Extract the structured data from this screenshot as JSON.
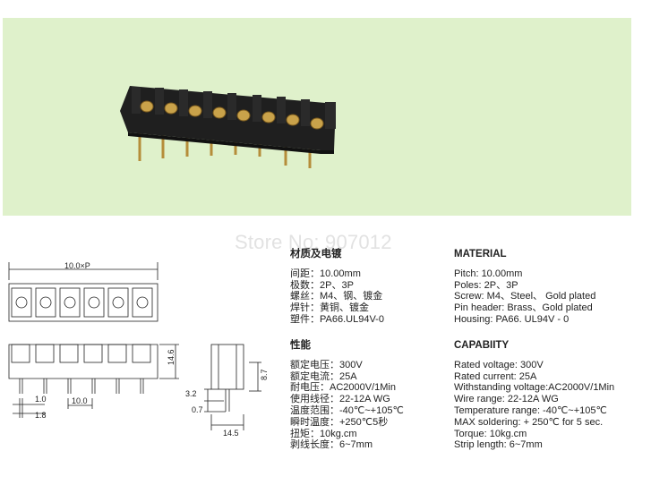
{
  "watermark": "Store No: 907012",
  "drawing": {
    "width_label": "10.0×P",
    "height_label": "14.6",
    "dim_1_0": "1.0",
    "dim_1_8": "1.8",
    "dim_10_0": "10.0",
    "dim_3_2": "3.2",
    "dim_0_7": "0.7",
    "dim_8_7": "8.7",
    "dim_14_5": "14.5"
  },
  "cn": {
    "material_title": "材质及电镀",
    "material_lines": [
      "间距：10.00mm",
      "极数：2P、3P",
      "螺丝：M4、钢、镀金",
      "焊针：黄铜、镀金",
      "塑件：PA66.UL94V-0"
    ],
    "capability_title": "性能",
    "capability_lines": [
      "额定电压：300V",
      "额定电流：25A",
      "耐电压：AC2000V/1Min",
      "使用线径：22-12A WG",
      "温度范围：-40℃~+105℃",
      "瞬时温度：+250℃5秒",
      "扭矩：10kg.cm",
      "剥线长度：6~7mm"
    ]
  },
  "en": {
    "material_title": "MATERIAL",
    "material_lines": [
      "Pitch: 10.00mm",
      "Poles:  2P、3P",
      "Screw: M4、Steel、 Gold plated",
      "Pin header: Brass、Gold plated",
      "Housing: PA66. UL94V - 0"
    ],
    "capability_title": "CAPABIITY",
    "capability_lines": [
      "Rated voltage: 300V",
      "Rated current: 25A",
      "Withstanding voltage:AC2000V/1Min",
      "Wire range: 22-12A WG",
      "Temperature range: -40℃~+105℃",
      "MAX soldering: + 250℃ for 5 sec.",
      "Torque: 10kg.cm",
      "Strip length: 6~7mm"
    ]
  },
  "colors": {
    "photo_bg": "#dff1cb",
    "block": "#1c1c1c",
    "gold": "#c9a24a",
    "watermark": "#e2e2e2"
  }
}
